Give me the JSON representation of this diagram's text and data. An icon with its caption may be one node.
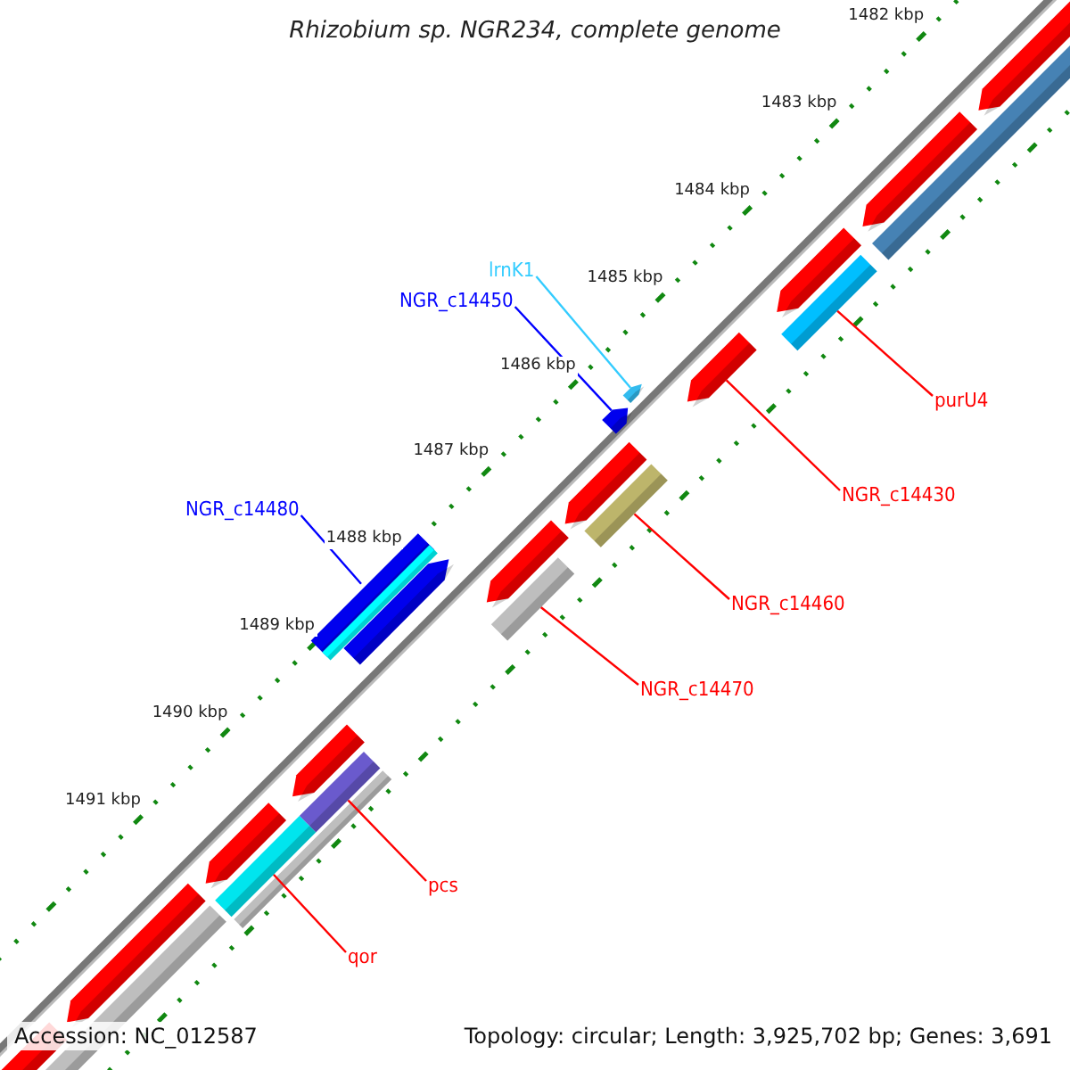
{
  "diagram": {
    "title": "Rhizobium sp. NGR234, complete genome",
    "nodes": [
      {
        "text": [
          "lrnK1"
        ]
      },
      {
        "text": [],
        "shape": "arrow"
      },
      {
        "text": [
          "NGR_c14450"
        ]
      },
      {
        "text": [],
        "shape": "arrow"
      },
      {
        "text": [
          "purU4"
        ]
      },
      {
        "text": [],
        "shape": "bar"
      },
      {
        "text": [
          "NGR_c14430"
        ]
      },
      {
        "text": [],
        "shape": "arrow"
      },
      {
        "text": [
          "NGR_c14480"
        ]
      },
      {
        "text": [],
        "shape": "bar"
      },
      {
        "text": [
          "NGR_c14460"
        ]
      },
      {
        "text": [],
        "shape": "bar"
      },
      {
        "text": [
          "NGR_c14470"
        ]
      },
      {
        "text": [],
        "shape": "bar"
      },
      {
        "text": [
          "pcs"
        ]
      },
      {
        "text": [],
        "shape": "bar"
      },
      {
        "text": [
          "qor"
        ]
      },
      {
        "text": [],
        "shape": "bar"
      }
    ],
    "edges": [
      {
        "from": 0,
        "to": 1,
        "arrow": "none",
        "color": "#33ccff"
      },
      {
        "from": 2,
        "to": 3,
        "arrow": "none",
        "color": "#0000ff"
      },
      {
        "from": 4,
        "to": 5,
        "arrow": "none"
      },
      {
        "from": 6,
        "to": 7,
        "arrow": "none"
      },
      {
        "from": 8,
        "to": 9,
        "arrow": "none",
        "color": "#0000ff"
      },
      {
        "from": 10,
        "to": 11,
        "arrow": "none"
      },
      {
        "from": 12,
        "to": 13,
        "arrow": "none"
      },
      {
        "from": 14,
        "to": 15,
        "arrow": "none"
      },
      {
        "from": 16,
        "to": 17,
        "arrow": "none"
      }
    ],
    "labels": [
      "1482 kbp",
      "1483 kbp",
      "1484 kbp",
      "1485 kbp",
      "1486 kbp",
      "1487 kbp",
      "1488 kbp",
      "1489 kbp",
      "1490 kbp",
      "1491 kbp",
      "Accession: NC_012587",
      "Topology: circular; Length: 3,925,702 bp; Genes: 3,691"
    ]
  }
}
